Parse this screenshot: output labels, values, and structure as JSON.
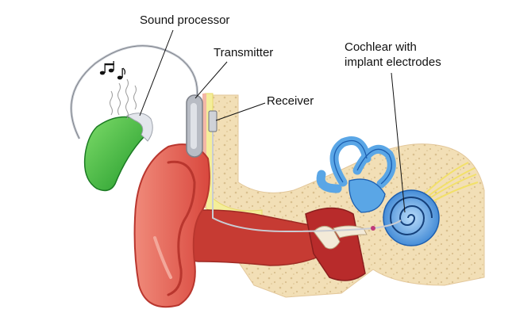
{
  "labels": {
    "sound_processor": "Sound processor",
    "transmitter": "Transmitter",
    "receiver": "Receiver",
    "cochlear_line1": "Cochlear with",
    "cochlear_line2": "implant electrodes"
  },
  "colors": {
    "skin": "#e8645a",
    "skin_dark": "#b9362e",
    "bone": "#f2dfb6",
    "bone_pore": "#d9bf8e",
    "cartilage": "#f4ee9a",
    "processor": "#3cb43c",
    "cochlea": "#5aa6e6",
    "cochlea_dark": "#1d5fb0",
    "device_gray": "#b8bcc4"
  },
  "icons": [
    "music-notes-icon"
  ]
}
